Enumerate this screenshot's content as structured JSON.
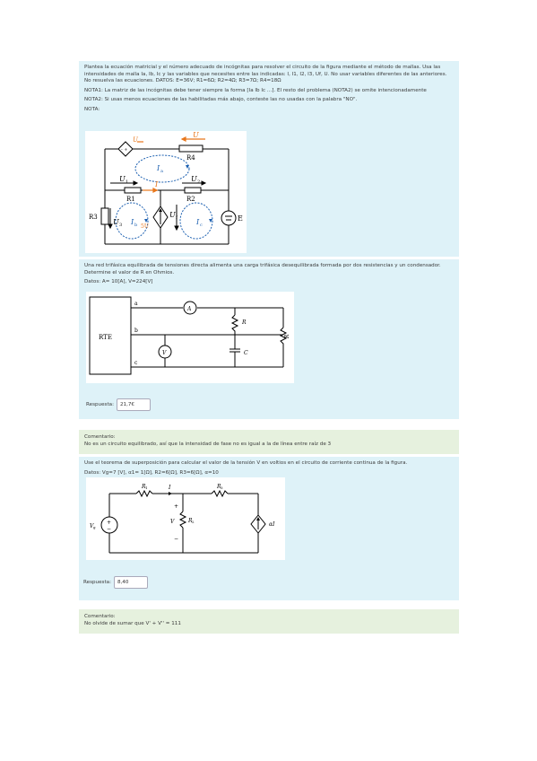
{
  "q1": {
    "text1": "Plantea la ecuación matricial y el número adecuado de incógnitas para resolver el circuito de la figura mediante el método de mallas. Usa las intensidades de malla Ia, Ib, Ic y las variables que necesites entre las indicadas: I, I1, I2, I3, Uf, U. No usar variables diferentes de las anteriores. No resuelva las ecuaciones. DATOS: E=36V; R1=6Ω; R2=4Ω; R3=7Ω; R4=18Ω",
    "text2": "NOTA1: La matriz de las incógnitas debe tener siempre la forma [Ia Ib Ic ...]. El resto del problema (NOTA2) se omite intencionadamente",
    "text3": "NOTA2: Si usas menos ecuaciones de las habilitadas más abajo, conteste las no usadas con la palabra \"NO\".",
    "text4": "NOTA:",
    "labels": {
      "u_top": "U",
      "u_src": "U",
      "r4": "R4",
      "u1": "U",
      "u1sub": "1",
      "ia": "I",
      "iasub": "a",
      "i": "I",
      "u2": "U",
      "u2sub": "2",
      "r1": "R1",
      "r2": "R2",
      "r3": "R3",
      "u3": "U",
      "u3sub": "3",
      "ib": "I",
      "ibsub": "b",
      "src5u": "5U",
      "uf": "U",
      "ufsub": "f",
      "ic": "I",
      "icsub": "c",
      "e": "E"
    }
  },
  "q2": {
    "text1": "Una red trifásica equilibrada de tensiones directa alimenta una carga trifásica desequilibrada formada por dos resistencias y un condensador. Determine el valor de R en Ohmios.",
    "text2": "Datos: A= 10[A], V=224[V]",
    "labels": {
      "a": "a",
      "b": "b",
      "c": "c",
      "rte": "RTE",
      "am": "A",
      "vm": "V",
      "r": "R",
      "cap": "C",
      "r2": "R"
    },
    "answer_label": "Respuesta:",
    "answer_value": "21,7€"
  },
  "c2": {
    "title": "Comentario:",
    "text": "No es un circuito equilibrado, así que la intensidad de fase no es igual a la de línea entre raíz de 3"
  },
  "q3": {
    "text1": "Use el teorema de superposición para calcular el valor de la tensión V en voltios en el circuito de corriente continua de la figura.",
    "text2": "Datos: Vg=7 [V], α1= 1[Ω], R2=6[Ω], R3=6[Ω], α=10",
    "labels": {
      "r1": "R",
      "r1sub": "1",
      "i": "I",
      "r3": "R",
      "r3sub": "3",
      "vg": "V",
      "vgsub": "g",
      "plus": "+",
      "v": "V",
      "r2": "R",
      "r2sub": "2",
      "minus": "−",
      "ai": "αI"
    },
    "answer_label": "Respuesta:",
    "answer_value": "8,40"
  },
  "c3": {
    "title": "Comentario:",
    "text": "No olvide de sumar que V' + V'' = 111"
  },
  "colors": {
    "question_bg": "#def2f8",
    "comment_bg": "#e6f1de",
    "accent": "#e8761a",
    "wire_blue": "#1b5fb0"
  }
}
